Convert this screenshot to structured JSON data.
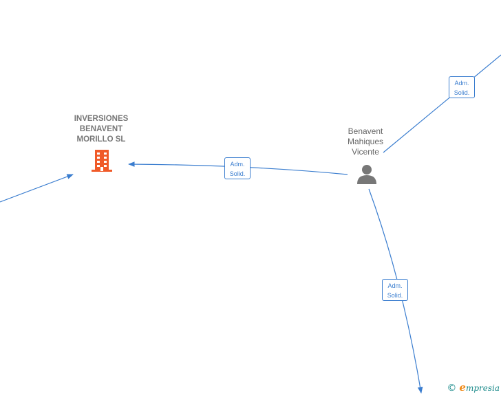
{
  "nodes": {
    "company": {
      "name_line1": "INVERSIONES",
      "name_line2": "BENAVENT",
      "name_line3": "MORILLO  SL",
      "icon": "building-icon",
      "color": "#f05a28"
    },
    "person": {
      "name_line1": "Benavent",
      "name_line2": "Mahiques",
      "name_line3": "Vicente",
      "icon": "person-icon",
      "color": "#777777"
    }
  },
  "edges": [
    {
      "id": "person-to-company",
      "role_line1": "Adm.",
      "role_line2": "Solid."
    },
    {
      "id": "person-to-top-right",
      "role_line1": "Adm.",
      "role_line2": "Solid."
    },
    {
      "id": "person-to-bottom",
      "role_line1": "Adm.",
      "role_line2": "Solid."
    }
  ],
  "edge_color": "#3a7dcf",
  "brand": {
    "copyright": "©",
    "initial": "e",
    "rest": "mpresia"
  }
}
